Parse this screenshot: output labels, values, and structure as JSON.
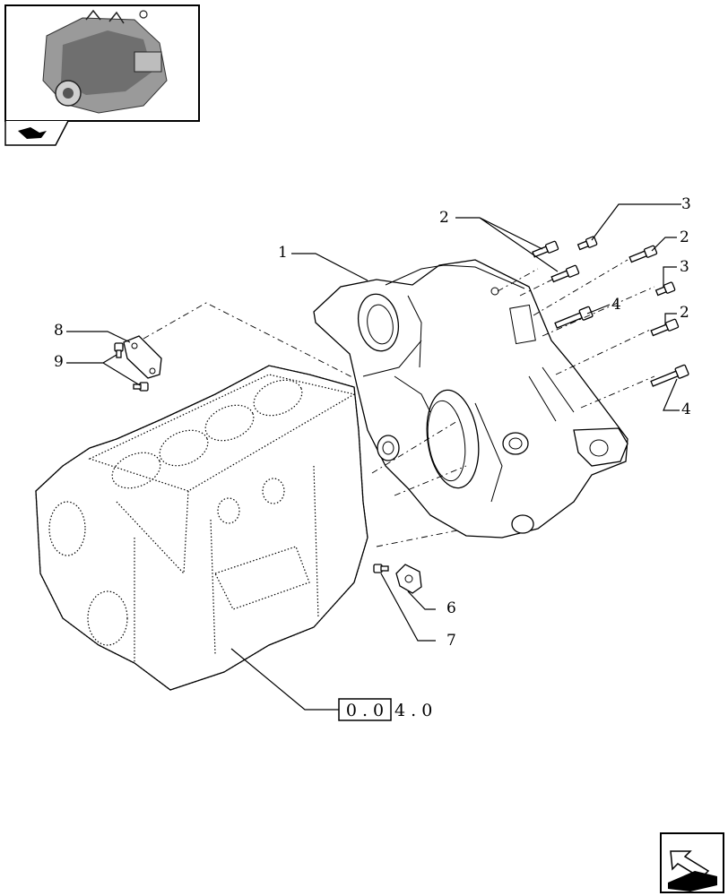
{
  "callouts": [
    {
      "id": "1",
      "label": "1"
    },
    {
      "id": "2a",
      "label": "2"
    },
    {
      "id": "2b",
      "label": "2"
    },
    {
      "id": "2c",
      "label": "2"
    },
    {
      "id": "3a",
      "label": "3"
    },
    {
      "id": "3b",
      "label": "3"
    },
    {
      "id": "4a",
      "label": "4"
    },
    {
      "id": "4b",
      "label": "4"
    },
    {
      "id": "6",
      "label": "6"
    },
    {
      "id": "7",
      "label": "7"
    },
    {
      "id": "8",
      "label": "8"
    },
    {
      "id": "9",
      "label": "9"
    }
  ],
  "reference": {
    "boxed": "0 . 0",
    "suffix": "4 . 0"
  },
  "icons": {
    "thumbnail": "engine-thumbnail-icon",
    "tab": "book-arrow-icon",
    "nav": "next-page-arrow-icon"
  }
}
